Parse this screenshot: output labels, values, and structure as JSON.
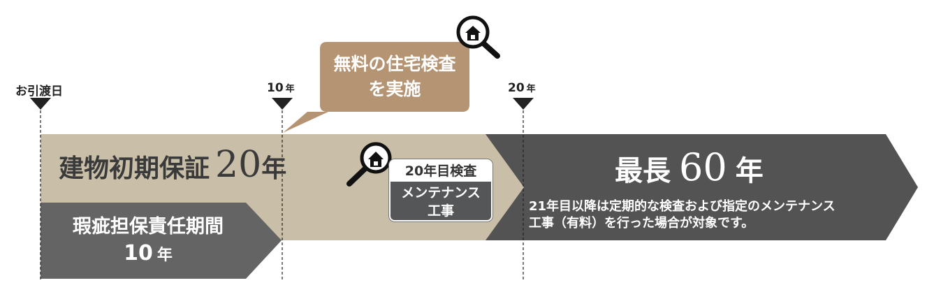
{
  "timeline": {
    "milestones": [
      {
        "label": "お引渡日",
        "unit": ""
      },
      {
        "label": "10",
        "unit": "年"
      },
      {
        "label": "20",
        "unit": "年"
      }
    ]
  },
  "callout": {
    "line1": "無料の住宅検査",
    "line2": "を実施"
  },
  "warranty": {
    "title": "建物初期保証",
    "years": "20",
    "unit": "年"
  },
  "inspection_box": {
    "top": "20年目検査",
    "bottom_line1": "メンテナンス",
    "bottom_line2": "工事"
  },
  "defect_liability": {
    "line1": "瑕疵担保責任期間",
    "years": "10",
    "unit": "年"
  },
  "maximum": {
    "prefix": "最長",
    "years": "60",
    "unit": "年",
    "desc_line1": "21年目以降は定期的な検査および指定のメンテナンス",
    "desc_line2": "工事（有料）を行った場合が対象です。"
  },
  "colors": {
    "beige": "#c9bfa9",
    "tan": "#b59473",
    "dark_gray": "#535353",
    "mid_gray": "#646464",
    "text_dark": "#222222"
  },
  "icons": [
    "house-magnifier-icon",
    "milestone-marker-icon"
  ]
}
